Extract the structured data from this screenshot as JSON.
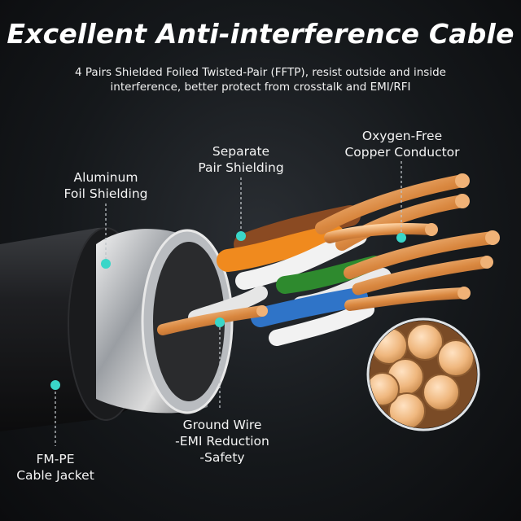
{
  "title": "Excellent Anti-interference Cable",
  "subtitle": {
    "line1": "4 Pairs Shielded Foiled Twisted-Pair (FFTP), resist outside and inside",
    "line2": "interference, better protect from crosstalk and EMI/RFI"
  },
  "labels": {
    "aluminum_foil": {
      "line1": "Aluminum",
      "line2": "Foil Shielding"
    },
    "pair_shielding": {
      "line1": "Separate",
      "line2": "Pair Shielding"
    },
    "copper_conductor": {
      "line1": "Oxygen-Free",
      "line2": "Copper Conductor"
    },
    "ground_wire": {
      "line1": "Ground Wire",
      "line2": "-EMI Reduction",
      "line3": "-Safety"
    },
    "cable_jacket": {
      "line1": "FM-PE",
      "line2": "Cable Jacket"
    }
  },
  "colors": {
    "marker": "#3ad6c8",
    "copper": "#e0924e",
    "jacket": "#1b1c1e",
    "wire_orange": "#f08a1e",
    "wire_brown": "#8a4a22",
    "wire_green": "#2e8a2e",
    "wire_blue": "#2f74c8"
  }
}
